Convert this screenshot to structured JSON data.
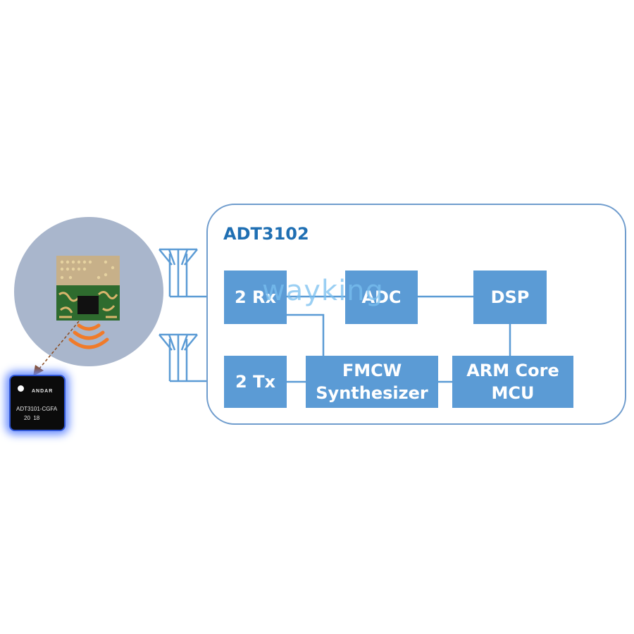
{
  "diagram": {
    "title": "ADT3102",
    "blocks": {
      "rx": "2 Rx",
      "tx": "2 Tx",
      "adc": "ADC",
      "dsp": "DSP",
      "fmcw_line1": "FMCW",
      "fmcw_line2": "Synthesizer",
      "arm_line1": "ARM Core",
      "arm_line2": "MCU"
    },
    "watermark": "wayking"
  },
  "chip": {
    "brand": "ANDAR",
    "part": "ADT3101-CGFA",
    "date": "20  18"
  },
  "colors": {
    "block_fill": "#5b9bd5",
    "frame_border": "#6f9ccd",
    "title": "#1f6fb3",
    "circle_bg": "#a9b6cc",
    "wave": "#f07b2a"
  }
}
